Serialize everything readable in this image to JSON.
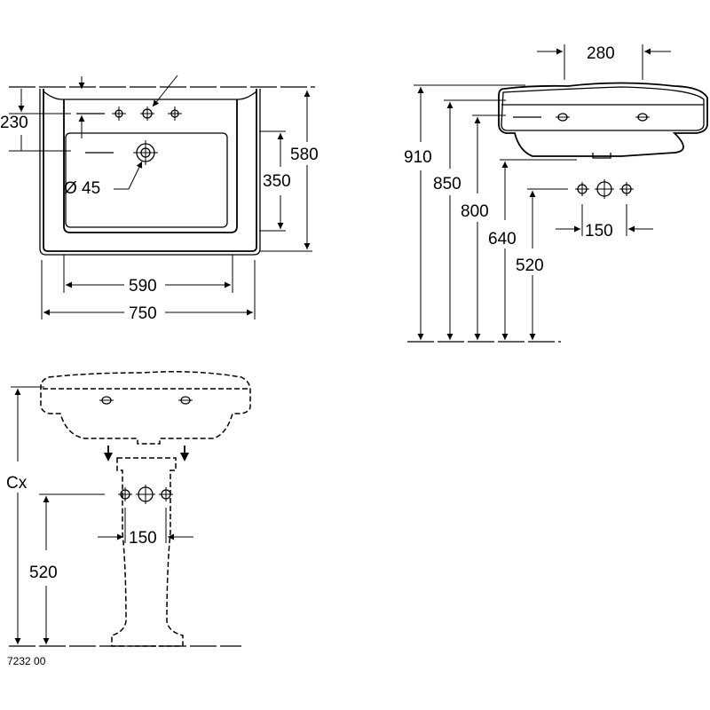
{
  "top_view": {
    "dim_overflow_offset": "230",
    "dim_bowl_width": "590",
    "dim_total_width": "750",
    "dim_bowl_depth": "350",
    "dim_total_depth": "580",
    "dim_waste_diameter": "Ø 45"
  },
  "side_view": {
    "dim_tap_spacing_top": "280",
    "dim_height_910": "910",
    "dim_height_850": "850",
    "dim_height_800": "800",
    "dim_height_640": "640",
    "dim_height_520": "520",
    "dim_supply_spacing": "150"
  },
  "pedestal_view": {
    "dim_height_cx": "Cx",
    "dim_height_520": "520",
    "dim_supply_spacing": "150"
  },
  "product_code": "7232 00"
}
